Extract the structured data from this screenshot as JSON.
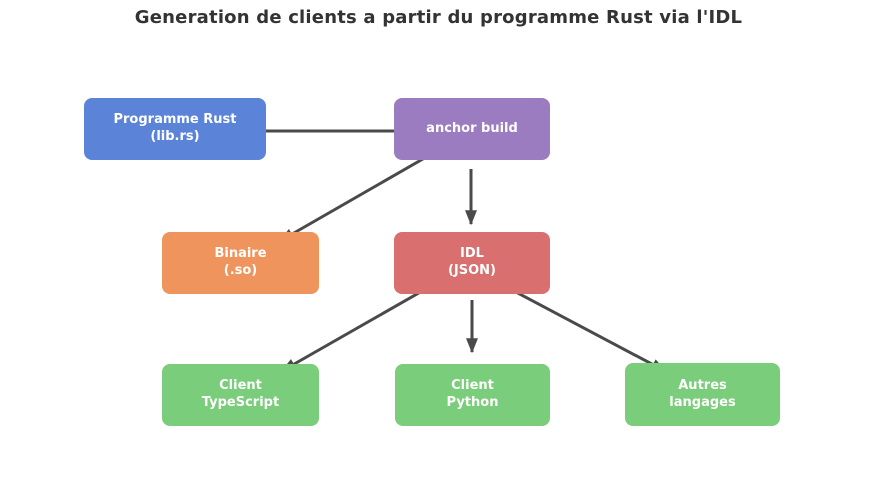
{
  "title": "Generation de clients a partir du programme Rust via l'IDL",
  "colors": {
    "background": "#ffffff",
    "title_text": "#333333",
    "arrow": "#4a4a4a",
    "node_text": "#ffffff",
    "rust_blue": "#5b84d8",
    "anchor_purple": "#9b7cc0",
    "binary_orange": "#ef945d",
    "idl_red": "#d96f6f",
    "client_green": "#7acd7a"
  },
  "nodes": [
    {
      "id": "programme-rust",
      "lines": [
        "Programme Rust",
        "(lib.rs)"
      ],
      "color": "#5b84d8"
    },
    {
      "id": "anchor-build",
      "lines": [
        "anchor build"
      ],
      "color": "#9b7cc0"
    },
    {
      "id": "binaire-so",
      "lines": [
        "Binaire",
        "(.so)"
      ],
      "color": "#ef945d"
    },
    {
      "id": "idl-json",
      "lines": [
        "IDL",
        "(JSON)"
      ],
      "color": "#d96f6f"
    },
    {
      "id": "client-typescript",
      "lines": [
        "Client",
        "TypeScript"
      ],
      "color": "#7acd7a"
    },
    {
      "id": "client-python",
      "lines": [
        "Client",
        "Python"
      ],
      "color": "#7acd7a"
    },
    {
      "id": "autres-langages",
      "lines": [
        "Autres",
        "langages"
      ],
      "color": "#7acd7a"
    }
  ],
  "edges": [
    {
      "from": "programme-rust",
      "to": "anchor-build"
    },
    {
      "from": "anchor-build",
      "to": "binaire-so"
    },
    {
      "from": "anchor-build",
      "to": "idl-json"
    },
    {
      "from": "idl-json",
      "to": "client-typescript"
    },
    {
      "from": "idl-json",
      "to": "client-python"
    },
    {
      "from": "idl-json",
      "to": "autres-langages"
    }
  ]
}
